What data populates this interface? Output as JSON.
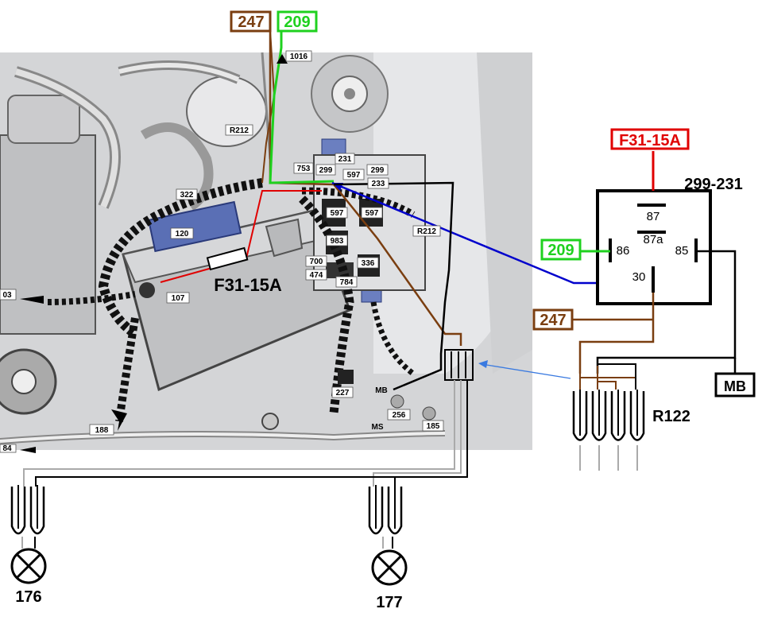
{
  "wire_labels": {
    "w247_top": "247",
    "w209_top": "209",
    "w209_relay": "209",
    "w247_relay": "247",
    "f31_relay": "F31-15A",
    "f31_photo": "F31-15A",
    "relay_title": "299-231",
    "mb_box": "MB"
  },
  "relay_pins": {
    "p87": "87",
    "p87a": "87a",
    "p86": "86",
    "p85": "85",
    "p30": "30"
  },
  "connectors": {
    "r122": "R122",
    "lamp176": "176",
    "lamp177": "177"
  },
  "photo_labels": {
    "l1016": "1016",
    "lR212a": "R212",
    "lR212b": "R212",
    "l753": "753",
    "l299": "299",
    "l231": "231",
    "l597a": "597",
    "l299b": "299",
    "l233": "233",
    "l597b": "597",
    "l597c": "597",
    "l983": "983",
    "l700": "700",
    "l336": "336",
    "l474": "474",
    "l784": "784",
    "l322": "322",
    "l120": "120",
    "l107": "107",
    "l103": "03",
    "l188": "188",
    "l184": "84",
    "l227": "227",
    "lMB": "MB",
    "lMS": "MS",
    "l256": "256",
    "l185": "185"
  },
  "colors": {
    "brown": "#7a3e10",
    "green": "#1fd11f",
    "red": "#e00000",
    "blue": "#0000cc",
    "black": "#000000",
    "photo_bg": "#d8d9db"
  }
}
